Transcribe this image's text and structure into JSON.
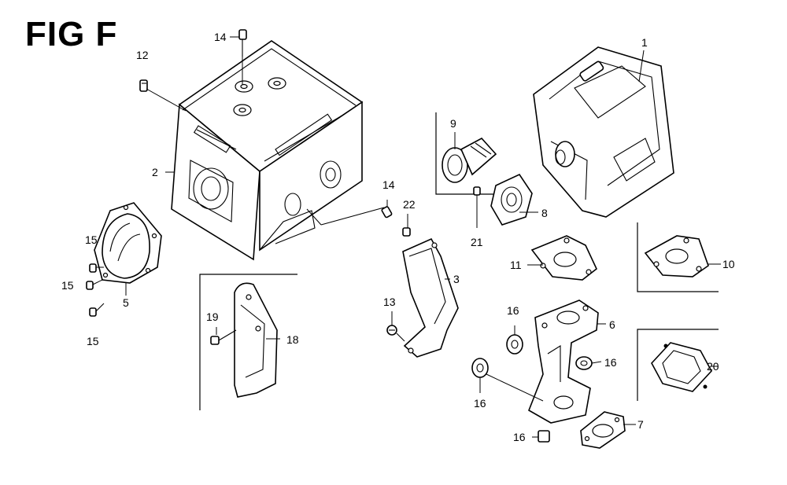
{
  "figure": {
    "title": "FIG F"
  },
  "callouts": [
    {
      "id": "c1",
      "text": "1"
    },
    {
      "id": "c2",
      "text": "2"
    },
    {
      "id": "c3",
      "text": "3"
    },
    {
      "id": "c5",
      "text": "5"
    },
    {
      "id": "c6",
      "text": "6"
    },
    {
      "id": "c7",
      "text": "7"
    },
    {
      "id": "c8",
      "text": "8"
    },
    {
      "id": "c9",
      "text": "9"
    },
    {
      "id": "c10",
      "text": "10"
    },
    {
      "id": "c11",
      "text": "11"
    },
    {
      "id": "c12",
      "text": "12"
    },
    {
      "id": "c13",
      "text": "13"
    },
    {
      "id": "c14a",
      "text": "14"
    },
    {
      "id": "c14b",
      "text": "14"
    },
    {
      "id": "c15a",
      "text": "15"
    },
    {
      "id": "c15b",
      "text": "15"
    },
    {
      "id": "c15c",
      "text": "15"
    },
    {
      "id": "c16a",
      "text": "16"
    },
    {
      "id": "c16b",
      "text": "16"
    },
    {
      "id": "c16c",
      "text": "16"
    },
    {
      "id": "c16d",
      "text": "16"
    },
    {
      "id": "c18",
      "text": "18"
    },
    {
      "id": "c19",
      "text": "19"
    },
    {
      "id": "c20",
      "text": "20"
    },
    {
      "id": "c21",
      "text": "21"
    },
    {
      "id": "c22",
      "text": "22"
    }
  ]
}
